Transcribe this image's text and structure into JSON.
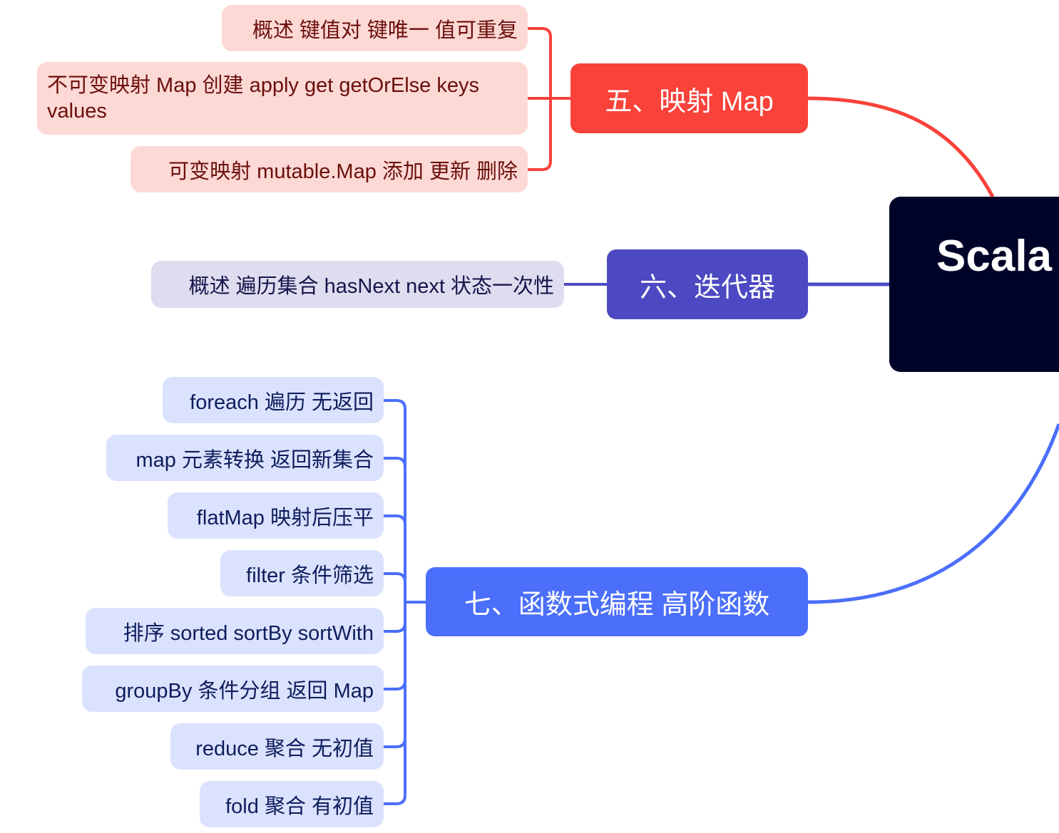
{
  "root": {
    "label": "Scala"
  },
  "colors": {
    "root": "#000328",
    "branch5": "#f9423a",
    "branch6": "#4c49c2",
    "branch7": "#4b6ffa"
  },
  "branches": [
    {
      "label": "五、映射 Map",
      "children": [
        "概述 键值对 键唯一 值可重复",
        "不可变映射 Map 创建 apply get getOrElse keys values",
        "可变映射 mutable.Map 添加 更新 删除"
      ]
    },
    {
      "label": "六、迭代器",
      "children": [
        "概述 遍历集合 hasNext next 状态一次性"
      ]
    },
    {
      "label": "七、函数式编程 高阶函数",
      "children": [
        "foreach 遍历 无返回",
        "map 元素转换 返回新集合",
        "flatMap 映射后压平",
        "filter 条件筛选",
        "排序 sorted sortBy sortWith",
        "groupBy 条件分组 返回 Map",
        "reduce 聚合 无初值",
        "fold 聚合 有初值"
      ]
    }
  ]
}
